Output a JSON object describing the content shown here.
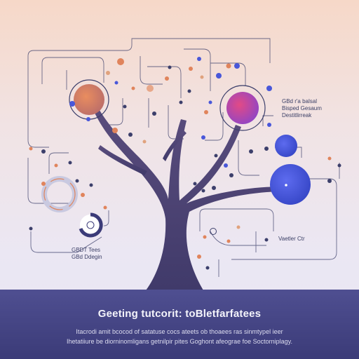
{
  "labels": {
    "right": [
      "GBd r'a balsal",
      "Bisped  Gesaum",
      "Destitlirreak"
    ],
    "left": [
      "GBDT Tees",
      "GBd Ddegin"
    ],
    "vector": "Vaetler Ctr"
  },
  "banner": {
    "title": "Geeting tutcorit: toBletfarfatees",
    "lines": [
      "Itacrodi amit bcocod of satatuse cocs ateets ob thoaees ras sinmtypel ieer",
      "Ihetatiiure be diorninomligans getnilpir pites Goghont afeograe foe Soctorniplagy."
    ]
  },
  "colors": {
    "banner": "#3f3f7c",
    "trunk": "#4b4270",
    "accent_blue": "#4957d9",
    "accent_orange": "#e0845c",
    "accent_magenta": "#c9449f",
    "line": "#3c3f6b"
  }
}
